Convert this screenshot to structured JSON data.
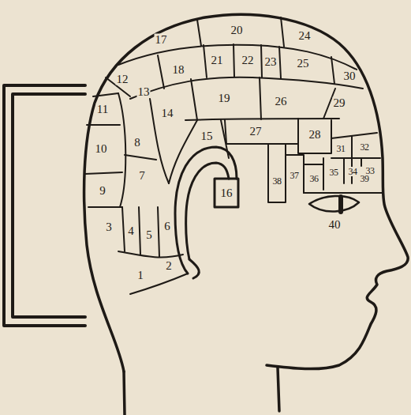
{
  "diagram": {
    "labels": [
      "1",
      "2",
      "3",
      "4",
      "5",
      "6",
      "7",
      "8",
      "9",
      "10",
      "11",
      "12",
      "13",
      "14",
      "15",
      "16",
      "17",
      "18",
      "19",
      "20",
      "21",
      "22",
      "23",
      "24",
      "25",
      "26",
      "27",
      "28",
      "29",
      "30",
      "31",
      "32",
      "33",
      "34",
      "35",
      "36",
      "37",
      "38",
      "39",
      "40"
    ]
  }
}
